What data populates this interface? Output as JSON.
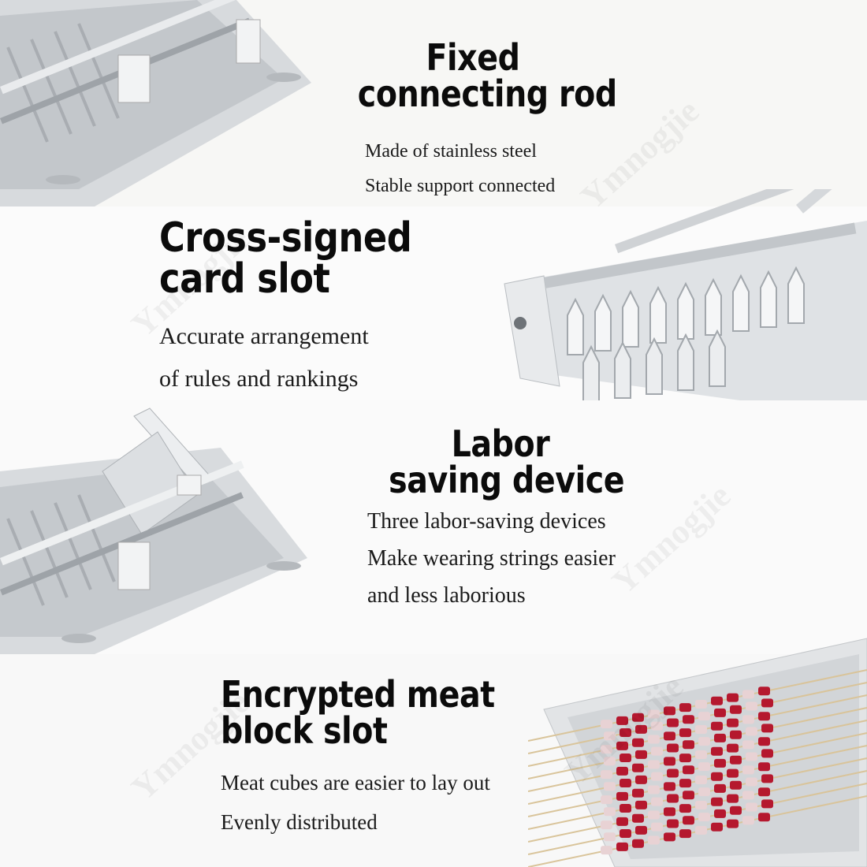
{
  "features": [
    {
      "heading_lines": [
        "Fixed",
        "connecting rod"
      ],
      "desc_lines": [
        "Made of stainless steel",
        "Stable support connected"
      ]
    },
    {
      "heading_lines": [
        "Cross-signed",
        "card slot"
      ],
      "desc_lines": [
        "Accurate arrangement",
        "of rules and rankings"
      ]
    },
    {
      "heading_lines": [
        "Labor",
        "saving device"
      ],
      "desc_lines": [
        "Three labor-saving devices",
        "Make wearing strings easier",
        "and less laborious"
      ]
    },
    {
      "heading_lines": [
        "Encrypted meat",
        "block slot"
      ],
      "desc_lines": [
        "Meat cubes are easier to lay out",
        "Evenly distributed"
      ]
    }
  ],
  "watermark": "Ymnogjie",
  "colors": {
    "text": "#0b0b0b",
    "steel": "#c9ccd0",
    "meat": "#b5182e"
  }
}
